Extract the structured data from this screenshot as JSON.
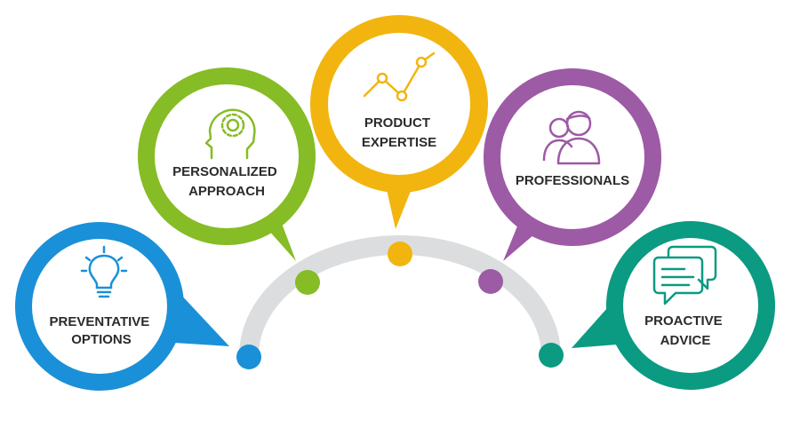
{
  "nodes": [
    {
      "id": "preventative",
      "lines": [
        "PREVENTATIVE",
        "OPTIONS"
      ],
      "color": "#1a90d8",
      "icon": "lightbulb-icon"
    },
    {
      "id": "personalized",
      "lines": [
        "PERSONALIZED",
        "APPROACH"
      ],
      "color": "#86bc25",
      "icon": "head-gear-icon"
    },
    {
      "id": "product",
      "lines": [
        "PRODUCT",
        "EXPERTISE"
      ],
      "color": "#f2b50f",
      "icon": "line-chart-icon"
    },
    {
      "id": "professionals",
      "lines": [
        "PROFESSIONALS"
      ],
      "color": "#9d5aa5",
      "icon": "people-icon"
    },
    {
      "id": "proactive",
      "lines": [
        "PROACTIVE",
        "ADVICE"
      ],
      "color": "#0b9a82",
      "icon": "chat-bubbles-icon"
    }
  ],
  "arc_color": "#dcdddf",
  "text_color": "#2b2b2b"
}
